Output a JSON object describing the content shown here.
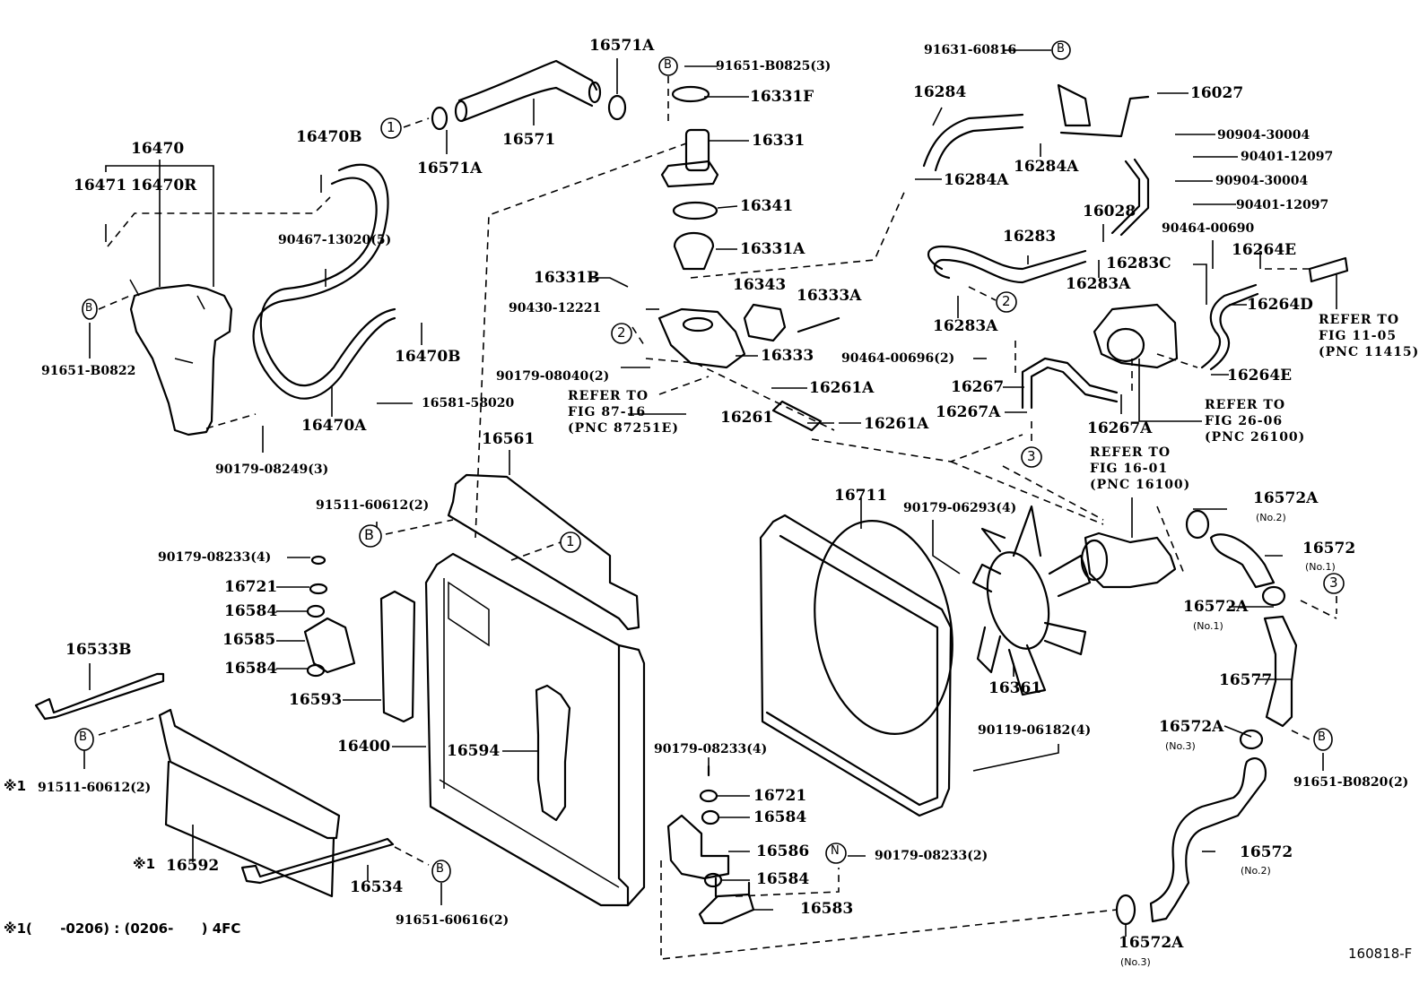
{
  "figure_code": "160818-F",
  "footnote": "※1(      -0206) : (0206-      ) 4FC",
  "parts": {
    "p16470": "16470",
    "p16471": "16471",
    "p16470R": "16470R",
    "p16470B_top": "16470B",
    "p16571A_left": "16571A",
    "p16571": "16571",
    "p16571A_top": "16571A",
    "p91651B0825": "91651-B0825(3)",
    "p16331F": "16331F",
    "p16331": "16331",
    "p91631_60816": "91631-60816",
    "p16284": "16284",
    "p16284A_mid": "16284A",
    "p16284A_left": "16284A",
    "p16027": "16027",
    "p90904_a": "90904-30004",
    "p90401_a": "90401-12097",
    "p90904_b": "90904-30004",
    "p90401_b": "90401-12097",
    "p16028": "16028",
    "p90464_00690": "90464-00690",
    "p16283": "16283",
    "p16283C": "16283C",
    "p16264E_top": "16264E",
    "p16283A_right": "16283A",
    "p16264D": "16264D",
    "p16283A_left": "16283A",
    "p16264E_bottom": "16264E",
    "p90467": "90467-13020(5)",
    "p91651B0822": "91651-B0822",
    "p16470B_bottom": "16470B",
    "p16581": "16581-58020",
    "p16470A": "16470A",
    "p90179_08249": "90179-08249(3)",
    "p16341": "16341",
    "p16331A": "16331A",
    "p16331B": "16331B",
    "p90430": "90430-12221",
    "p16343": "16343",
    "p16333A": "16333A",
    "p16333": "16333",
    "p90179_08040": "90179-08040(2)",
    "p16261A_a": "16261A",
    "p16261": "16261",
    "p16261A_b": "16261A",
    "p90464_00696": "90464-00696(2)",
    "p16267": "16267",
    "p16267A_left": "16267A",
    "p16267A_right": "16267A",
    "p16561": "16561",
    "p91511_top": "91511-60612(2)",
    "p90179_08233_left": "90179-08233(4)",
    "p16721_left": "16721",
    "p16584_a": "16584",
    "p16585": "16585",
    "p16584_b": "16584",
    "p16533B": "16533B",
    "p16593": "16593",
    "p16400": "16400",
    "p16594": "16594",
    "p91511_bottom": "91511-60612(2)",
    "p16592": "16592",
    "p16534": "16534",
    "p91651_60616": "91651-60616(2)",
    "p16711": "16711",
    "p90179_06293": "90179-06293(4)",
    "p16361": "16361",
    "p90119": "90119-06182(4)",
    "p90179_08233_mid": "90179-08233(4)",
    "p16721_mid": "16721",
    "p16584_c": "16584",
    "p16586": "16586",
    "p16584_d": "16584",
    "p16583": "16583",
    "p90179_08233_N": "90179-08233(2)",
    "p16572A_no2": "16572A",
    "p16572_no1": "16572",
    "p16572A_no1": "16572A",
    "p16577": "16577",
    "p16572A_no3_top": "16572A",
    "p91651B0820": "91651-B0820(2)",
    "p16572_no2": "16572",
    "p16572A_no3_bottom": "16572A"
  },
  "sublabels": {
    "no2_a": "(No.2)",
    "no1_a": "(No.1)",
    "no1_b": "(No.1)",
    "no3_a": "(No.3)",
    "no2_b": "(No.2)",
    "no3_b": "(No.3)"
  },
  "markers": {
    "B": "B",
    "N": "N",
    "one": "1",
    "two": "2",
    "three": "3",
    "star": "※1"
  },
  "references": {
    "ref_87_16": "REFER TO\nFIG 87-16\n(PNC 87251E)",
    "ref_11_05": "REFER TO\nFIG 11-05\n(PNC 11415)",
    "ref_26_06": "REFER TO\nFIG 26-06\n(PNC 26100)",
    "ref_16_01": "REFER TO\nFIG 16-01\n(PNC 16100)"
  }
}
